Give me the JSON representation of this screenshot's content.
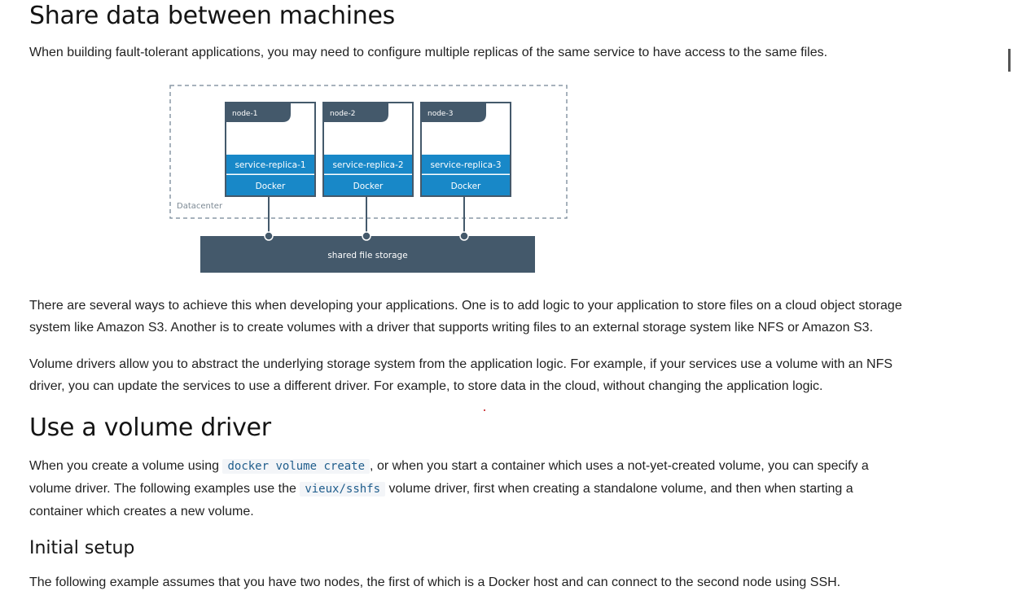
{
  "section1": {
    "title": "Share data between machines",
    "intro": "When building fault-tolerant applications, you may need to configure multiple replicas of the same service to have access to the same files."
  },
  "diagram": {
    "datacenter_label": "Datacenter",
    "storage_label": "shared file storage",
    "nodes": [
      {
        "name": "node-1",
        "service": "service-replica-1",
        "engine": "Docker"
      },
      {
        "name": "node-2",
        "service": "service-replica-2",
        "engine": "Docker"
      },
      {
        "name": "node-3",
        "service": "service-replica-3",
        "engine": "Docker"
      }
    ],
    "colors": {
      "dark": "#44596b",
      "blue": "#1888c8",
      "dashed": "#8a98a5"
    }
  },
  "paragraphs": {
    "several": "There are several ways to achieve this when developing your applications. One is to add logic to your application to store files on a cloud object storage system like Amazon S3. Another is to create volumes with a driver that supports writing files to an external storage system like NFS or Amazon S3.",
    "drivers": "Volume drivers allow you to abstract the underlying storage system from the application logic. For example, if your services use a volume with an NFS driver, you can update the services to use a different driver. For example, to store data in the cloud, without changing the application logic."
  },
  "section2": {
    "title": "Use a volume driver",
    "text_1": "When you create a volume using ",
    "code_1": "docker volume create",
    "text_2": ", or when you start a container which uses a not-yet-created volume, you can specify a volume driver. The following examples use the ",
    "code_2": "vieux/sshfs",
    "text_3": " volume driver, first when creating a standalone volume, and then when starting a container which creates a new volume."
  },
  "section3": {
    "title": "Initial setup",
    "text": "The following example assumes that you have two nodes, the first of which is a Docker host and can connect to the second node using SSH."
  }
}
